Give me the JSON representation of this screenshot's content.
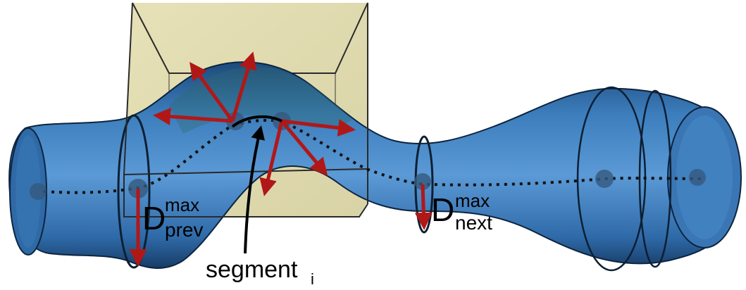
{
  "labels": {
    "d_prev": {
      "main": "D",
      "sup": "max",
      "sub": "prev"
    },
    "d_next": {
      "main": "D",
      "sup": "max",
      "sub": "next"
    },
    "segment": {
      "main": "segment",
      "sub": "i"
    }
  },
  "colors": {
    "tube_fill": "#3f7fbd",
    "tube_dark": "#163c64",
    "tube_light": "#7ab2e4",
    "box_fill": "#d8d3a0",
    "box_edge": "#2a2a2a",
    "arrow_red": "#b01818",
    "centerline": "#111111",
    "node": "#35597e"
  }
}
